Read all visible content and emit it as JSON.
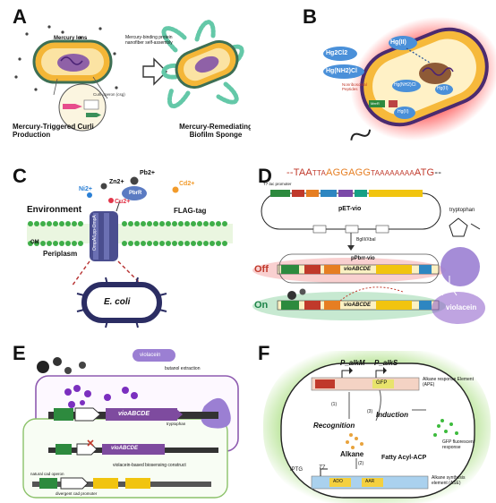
{
  "panels": {
    "A": {
      "letter": "A",
      "mercury_ions": "Mercury Ions",
      "curli_operon": "Curli operon (csg)",
      "binding_caption": "Mercury-binding protein nanofiber self-assembly",
      "left_caption": "Mercury-Triggered Curli Production",
      "right_caption": "Mercury-Remediating Biofilm Sponge"
    },
    "B": {
      "letter": "B",
      "species": [
        "Hg(II)",
        "Hg2Cl2",
        "Hg(NH2)Cl",
        "Hg(II)",
        "Hg(NH2)Cl",
        "Hg(II)"
      ],
      "peptides_label": "Nonribosomal Peptides",
      "merr_label": "MerR"
    },
    "C": {
      "letter": "C",
      "ions": [
        "Pb2+",
        "Zn2+",
        "Ni2+",
        "Cu2+",
        "Cd2+"
      ],
      "pbrr": "PbrR",
      "environment": "Environment",
      "flag_tag": "FLAG-tag",
      "om": "OM",
      "periplasm": "Periplasm",
      "ompa": "OmpA/Lpp-OmpA",
      "ecoli": "E. coli"
    },
    "D": {
      "letter": "D",
      "sequence_prefix": "--TAA",
      "sequence_tta": "TTA",
      "sequence_rbs": "AGGAGG",
      "sequence_spacer": "TAAAAAAAA",
      "sequence_atg": "ATG",
      "sequence_suffix": "--",
      "t7lac": "T7 lac promoter",
      "pet": "pET-vio",
      "bglii": "BglII/XbaI",
      "ppbr": "pPbrr-vio",
      "off": "Off",
      "on": "On",
      "vioabcde": "vioABCDE",
      "tryptophan": "tryptophan",
      "violacein": "violacein"
    },
    "E": {
      "letter": "E",
      "violacein": "violacein",
      "butanol": "butanol extraction",
      "vioabcde": "vioABCDE",
      "tryptophan": "tryptophan",
      "construct": "violacein-based biosensing construct",
      "natural_operon": "natural cad operon",
      "divergent": "divergent cad promoter"
    },
    "F": {
      "letter": "F",
      "pakm": "P_alkM",
      "palks": "P_alkS",
      "gfp": "GFP",
      "ape": "Alkane response Element (APE)",
      "step1": "(1)",
      "step3": "(3)",
      "step2": "(2)",
      "recognition": "Recognition",
      "induction": "Induction",
      "gfp_response": "GFP fluorescent response",
      "alkane": "Alkane",
      "fatty": "Fatty Acyl-ACP",
      "iptg": "IPTG",
      "t7": "T7",
      "ado": "ADO",
      "aar": "AAR",
      "ase": "Alkane synthesis element (ASE)"
    }
  }
}
